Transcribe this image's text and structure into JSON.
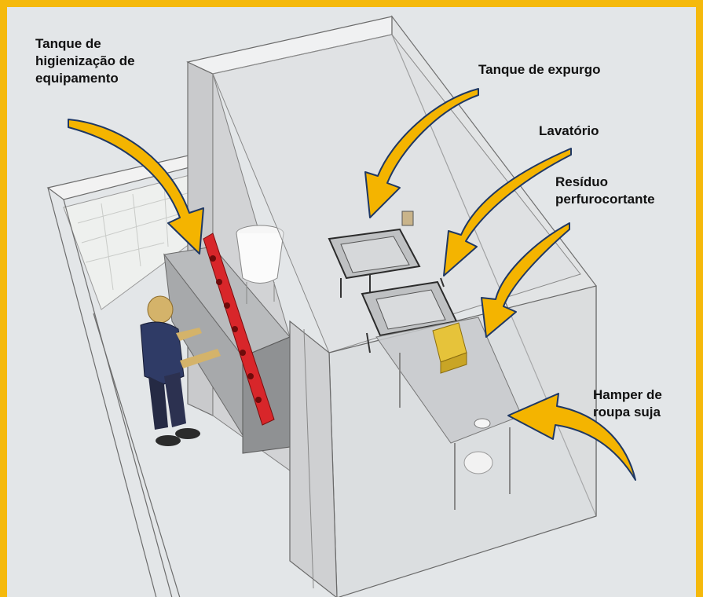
{
  "labels": {
    "tanque_equipamento": "Tanque de\nhigienização de\nequipamento",
    "tanque_expurgo": "Tanque de expurgo",
    "lavatorio": "Lavatório",
    "residuo": "Resíduo\nperfurocortante",
    "hamper": "Hamper de\nroupa suja"
  },
  "colors": {
    "frame": "#f5b90c",
    "arrow_fill": "#f4b400",
    "arrow_outline": "#1f3864",
    "equipment_rack": "#d8262a",
    "sharps_box": "#e6c33a"
  }
}
